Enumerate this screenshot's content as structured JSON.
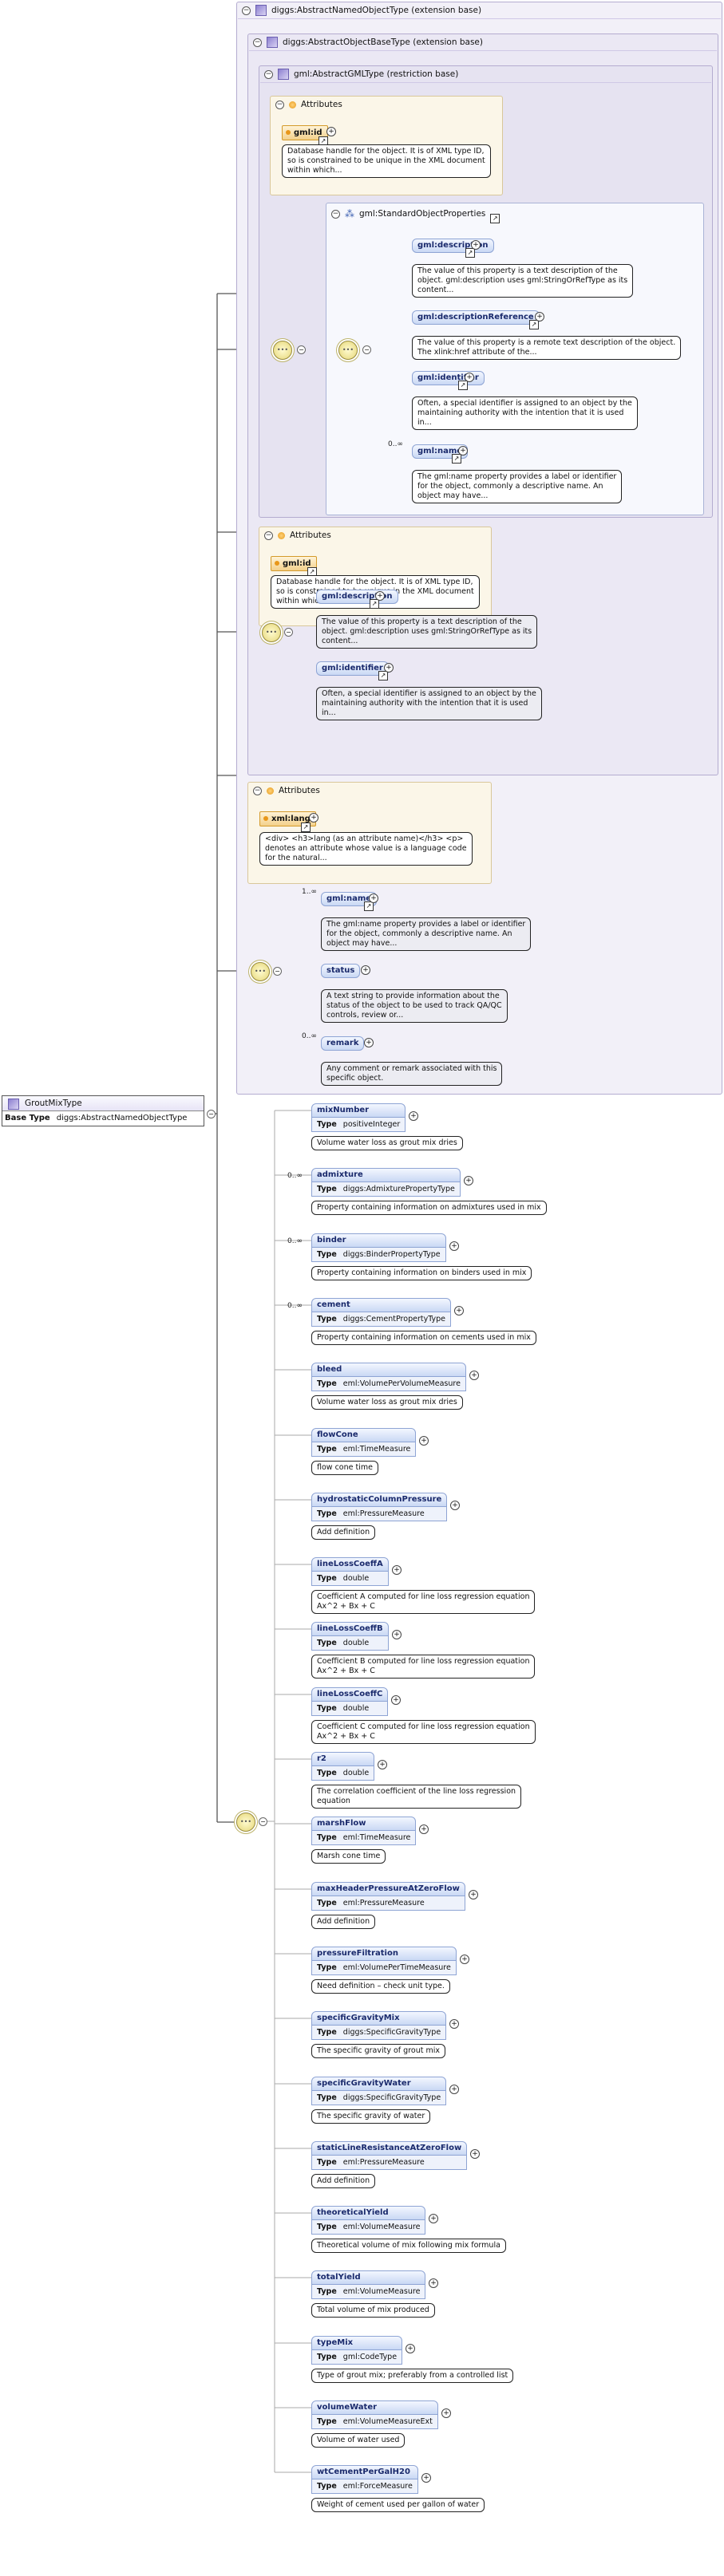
{
  "diagram": {
    "root": {
      "name": "GroutMixType",
      "base_label": "Base Type",
      "base_type": "diggs:AbstractNamedObjectType"
    },
    "extensions": {
      "named": "diggs:AbstractNamedObjectType (extension base)",
      "base": "diggs:AbstractObjectBaseType (extension base)",
      "gml": "gml:AbstractGMLType (restriction base)",
      "std_props": "gml:StandardObjectProperties"
    },
    "attributes_label": "Attributes",
    "gml_attr": {
      "id": "gml:id",
      "id_desc": [
        "Database handle for the object. It is of XML type ID,",
        "so is constrained to be unique in the XML document",
        "within which..."
      ]
    },
    "std_elements": [
      {
        "name": "gml:description",
        "desc": [
          "The value of this property is a text description of the",
          "object. gml:description uses gml:StringOrRefType as its",
          "content..."
        ]
      },
      {
        "name": "gml:descriptionReference",
        "desc": [
          "The value of this property is a remote text description of the object.",
          "The xlink:href attribute of the..."
        ]
      },
      {
        "name": "gml:identifier",
        "desc": [
          "Often, a special identifier is assigned to an object by the",
          "maintaining authority with the intention that it is used",
          "in..."
        ]
      },
      {
        "name": "gml:name",
        "occ": "0..∞",
        "desc": [
          "The gml:name property provides a label or identifier",
          "for the object, commonly a descriptive name. An",
          "object may have..."
        ]
      }
    ],
    "base_attr": {
      "id": "gml:id",
      "id_desc": [
        "Database handle for the object. It is of XML type ID,",
        "so is constrained to be unique in the XML document",
        "within which..."
      ]
    },
    "base_elements": [
      {
        "name": "gml:description",
        "desc": [
          "The value of this property is a text description of the",
          "object. gml:description uses gml:StringOrRefType as its",
          "content..."
        ]
      },
      {
        "name": "gml:identifier",
        "desc": [
          "Often, a special identifier is assigned to an object by the",
          "maintaining authority with the intention that it is used",
          "in..."
        ]
      }
    ],
    "named_attr": {
      "lang": "xml:lang",
      "lang_desc": [
        "<div> <h3>lang (as an attribute name)</h3> <p>",
        "denotes an attribute whose value is a language code",
        "for the natural..."
      ]
    },
    "named_elements": [
      {
        "name": "gml:name",
        "occ": "1..∞",
        "desc": [
          "The gml:name property provides a label or identifier",
          "for the object, commonly a descriptive name. An",
          "object may have..."
        ]
      },
      {
        "name": "status",
        "occ": "",
        "desc": [
          "A text string to provide information about the",
          "status of the object to be used to track QA/QC",
          "controls, review or..."
        ]
      },
      {
        "name": "remark",
        "occ": "0..∞",
        "desc": [
          "Any comment or remark associated with this",
          "specific object."
        ]
      }
    ],
    "type_label": "Type",
    "mix_elements": [
      {
        "name": "mixNumber",
        "occ": "",
        "type": "positiveInteger",
        "desc": [
          "Volume water loss as grout mix dries"
        ]
      },
      {
        "name": "admixture",
        "occ": "0..∞",
        "type": "diggs:AdmixturePropertyType",
        "desc": [
          "Property containing information on admixtures used in mix"
        ]
      },
      {
        "name": "binder",
        "occ": "0..∞",
        "type": "diggs:BinderPropertyType",
        "desc": [
          "Property containing information on binders used in mix"
        ]
      },
      {
        "name": "cement",
        "occ": "0..∞",
        "type": "diggs:CementPropertyType",
        "desc": [
          "Property containing information on cements used in mix"
        ]
      },
      {
        "name": "bleed",
        "occ": "",
        "type": "eml:VolumePerVolumeMeasure",
        "desc": [
          "Volume water loss as grout mix dries"
        ]
      },
      {
        "name": "flowCone",
        "occ": "",
        "type": "eml:TimeMeasure",
        "desc": [
          "flow cone time"
        ]
      },
      {
        "name": "hydrostaticColumnPressure",
        "occ": "",
        "type": "eml:PressureMeasure",
        "desc": [
          "Add definition"
        ]
      },
      {
        "name": "lineLossCoeffA",
        "occ": "",
        "type": "double",
        "desc": [
          "Coefficient A computed for line loss regression equation",
          "Ax^2 + Bx + C"
        ]
      },
      {
        "name": "lineLossCoeffB",
        "occ": "",
        "type": "double",
        "desc": [
          "Coefficient B computed for line loss regression equation",
          "Ax^2 + Bx + C"
        ]
      },
      {
        "name": "lineLossCoeffC",
        "occ": "",
        "type": "double",
        "desc": [
          "Coefficient C computed for line loss regression equation",
          "Ax^2 + Bx + C"
        ]
      },
      {
        "name": "r2",
        "occ": "",
        "type": "double",
        "desc": [
          "The correlation coefficient of the line loss regression",
          "equation"
        ]
      },
      {
        "name": "marshFlow",
        "occ": "",
        "type": "eml:TimeMeasure",
        "desc": [
          "Marsh cone time"
        ]
      },
      {
        "name": "maxHeaderPressureAtZeroFlow",
        "occ": "",
        "type": "eml:PressureMeasure",
        "desc": [
          "Add definition"
        ]
      },
      {
        "name": "pressureFiltration",
        "occ": "",
        "type": "eml:VolumePerTimeMeasure",
        "desc": [
          "Need definition – check unit type."
        ]
      },
      {
        "name": "specificGravityMix",
        "occ": "",
        "type": "diggs:SpecificGravityType",
        "desc": [
          "The specific gravity of grout mix"
        ]
      },
      {
        "name": "specificGravityWater",
        "occ": "",
        "type": "diggs:SpecificGravityType",
        "desc": [
          "The specific gravity of water"
        ]
      },
      {
        "name": "staticLineResistanceAtZeroFlow",
        "occ": "",
        "type": "eml:PressureMeasure",
        "desc": [
          "Add definition"
        ]
      },
      {
        "name": "theoreticalYield",
        "occ": "",
        "type": "eml:VolumeMeasure",
        "desc": [
          "Theoretical volume of mix following mix formula"
        ]
      },
      {
        "name": "totalYield",
        "occ": "",
        "type": "eml:VolumeMeasure",
        "desc": [
          "Total volume of mix produced"
        ]
      },
      {
        "name": "typeMix",
        "occ": "",
        "type": "gml:CodeType",
        "desc": [
          "Type of grout mix; preferably from a controlled list"
        ]
      },
      {
        "name": "volumeWater",
        "occ": "",
        "type": "eml:VolumeMeasureExt",
        "desc": [
          "Volume of water used"
        ]
      },
      {
        "name": "wtCementPerGalH20",
        "occ": "",
        "type": "eml:ForceMeasure",
        "desc": [
          "Weight of cement used per gallon of water"
        ]
      }
    ]
  }
}
